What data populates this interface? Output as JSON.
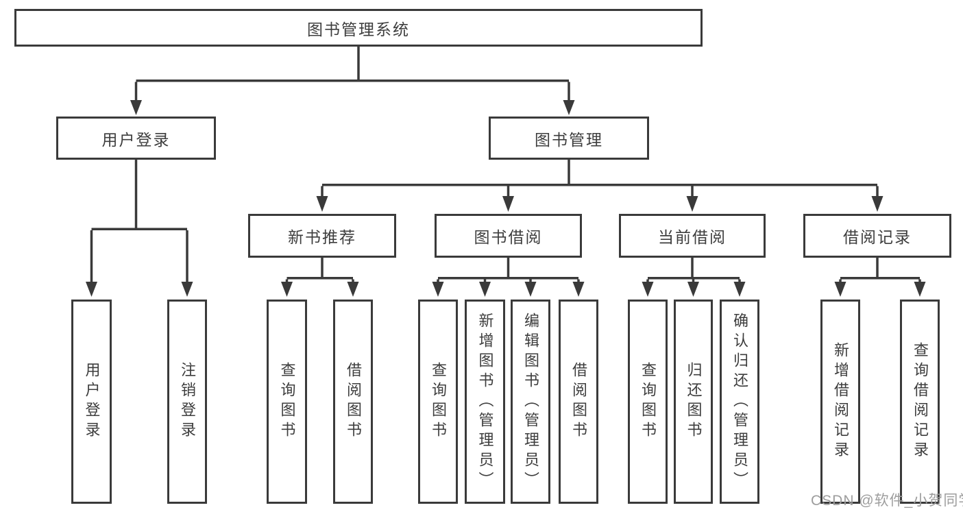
{
  "tree": {
    "root": "图书管理系统",
    "branches": [
      {
        "label": "用户登录",
        "children": [
          {
            "label": "用户登录"
          },
          {
            "label": "注销登录"
          }
        ]
      },
      {
        "label": "图书管理",
        "children": [
          {
            "label": "新书推荐",
            "children": [
              {
                "label": "查询图书"
              },
              {
                "label": "借阅图书"
              }
            ]
          },
          {
            "label": "图书借阅",
            "children": [
              {
                "label": "查询图书"
              },
              {
                "label": "新增图书（管理员）"
              },
              {
                "label": "编辑图书（管理员）"
              },
              {
                "label": "借阅图书"
              }
            ]
          },
          {
            "label": "当前借阅",
            "children": [
              {
                "label": "查询图书"
              },
              {
                "label": "归还图书"
              },
              {
                "label": "确认归还（管理员）"
              }
            ]
          },
          {
            "label": "借阅记录",
            "children": [
              {
                "label": "新增借阅记录"
              },
              {
                "label": "查询借阅记录"
              }
            ]
          }
        ]
      }
    ]
  },
  "watermark": {
    "text": "CSDN @软件_小贺同学"
  },
  "colors": {
    "line": "#3a3a3a",
    "text": "#3d3d3d",
    "watermark_text": "#9d9d9d",
    "background": "#ffffff"
  }
}
